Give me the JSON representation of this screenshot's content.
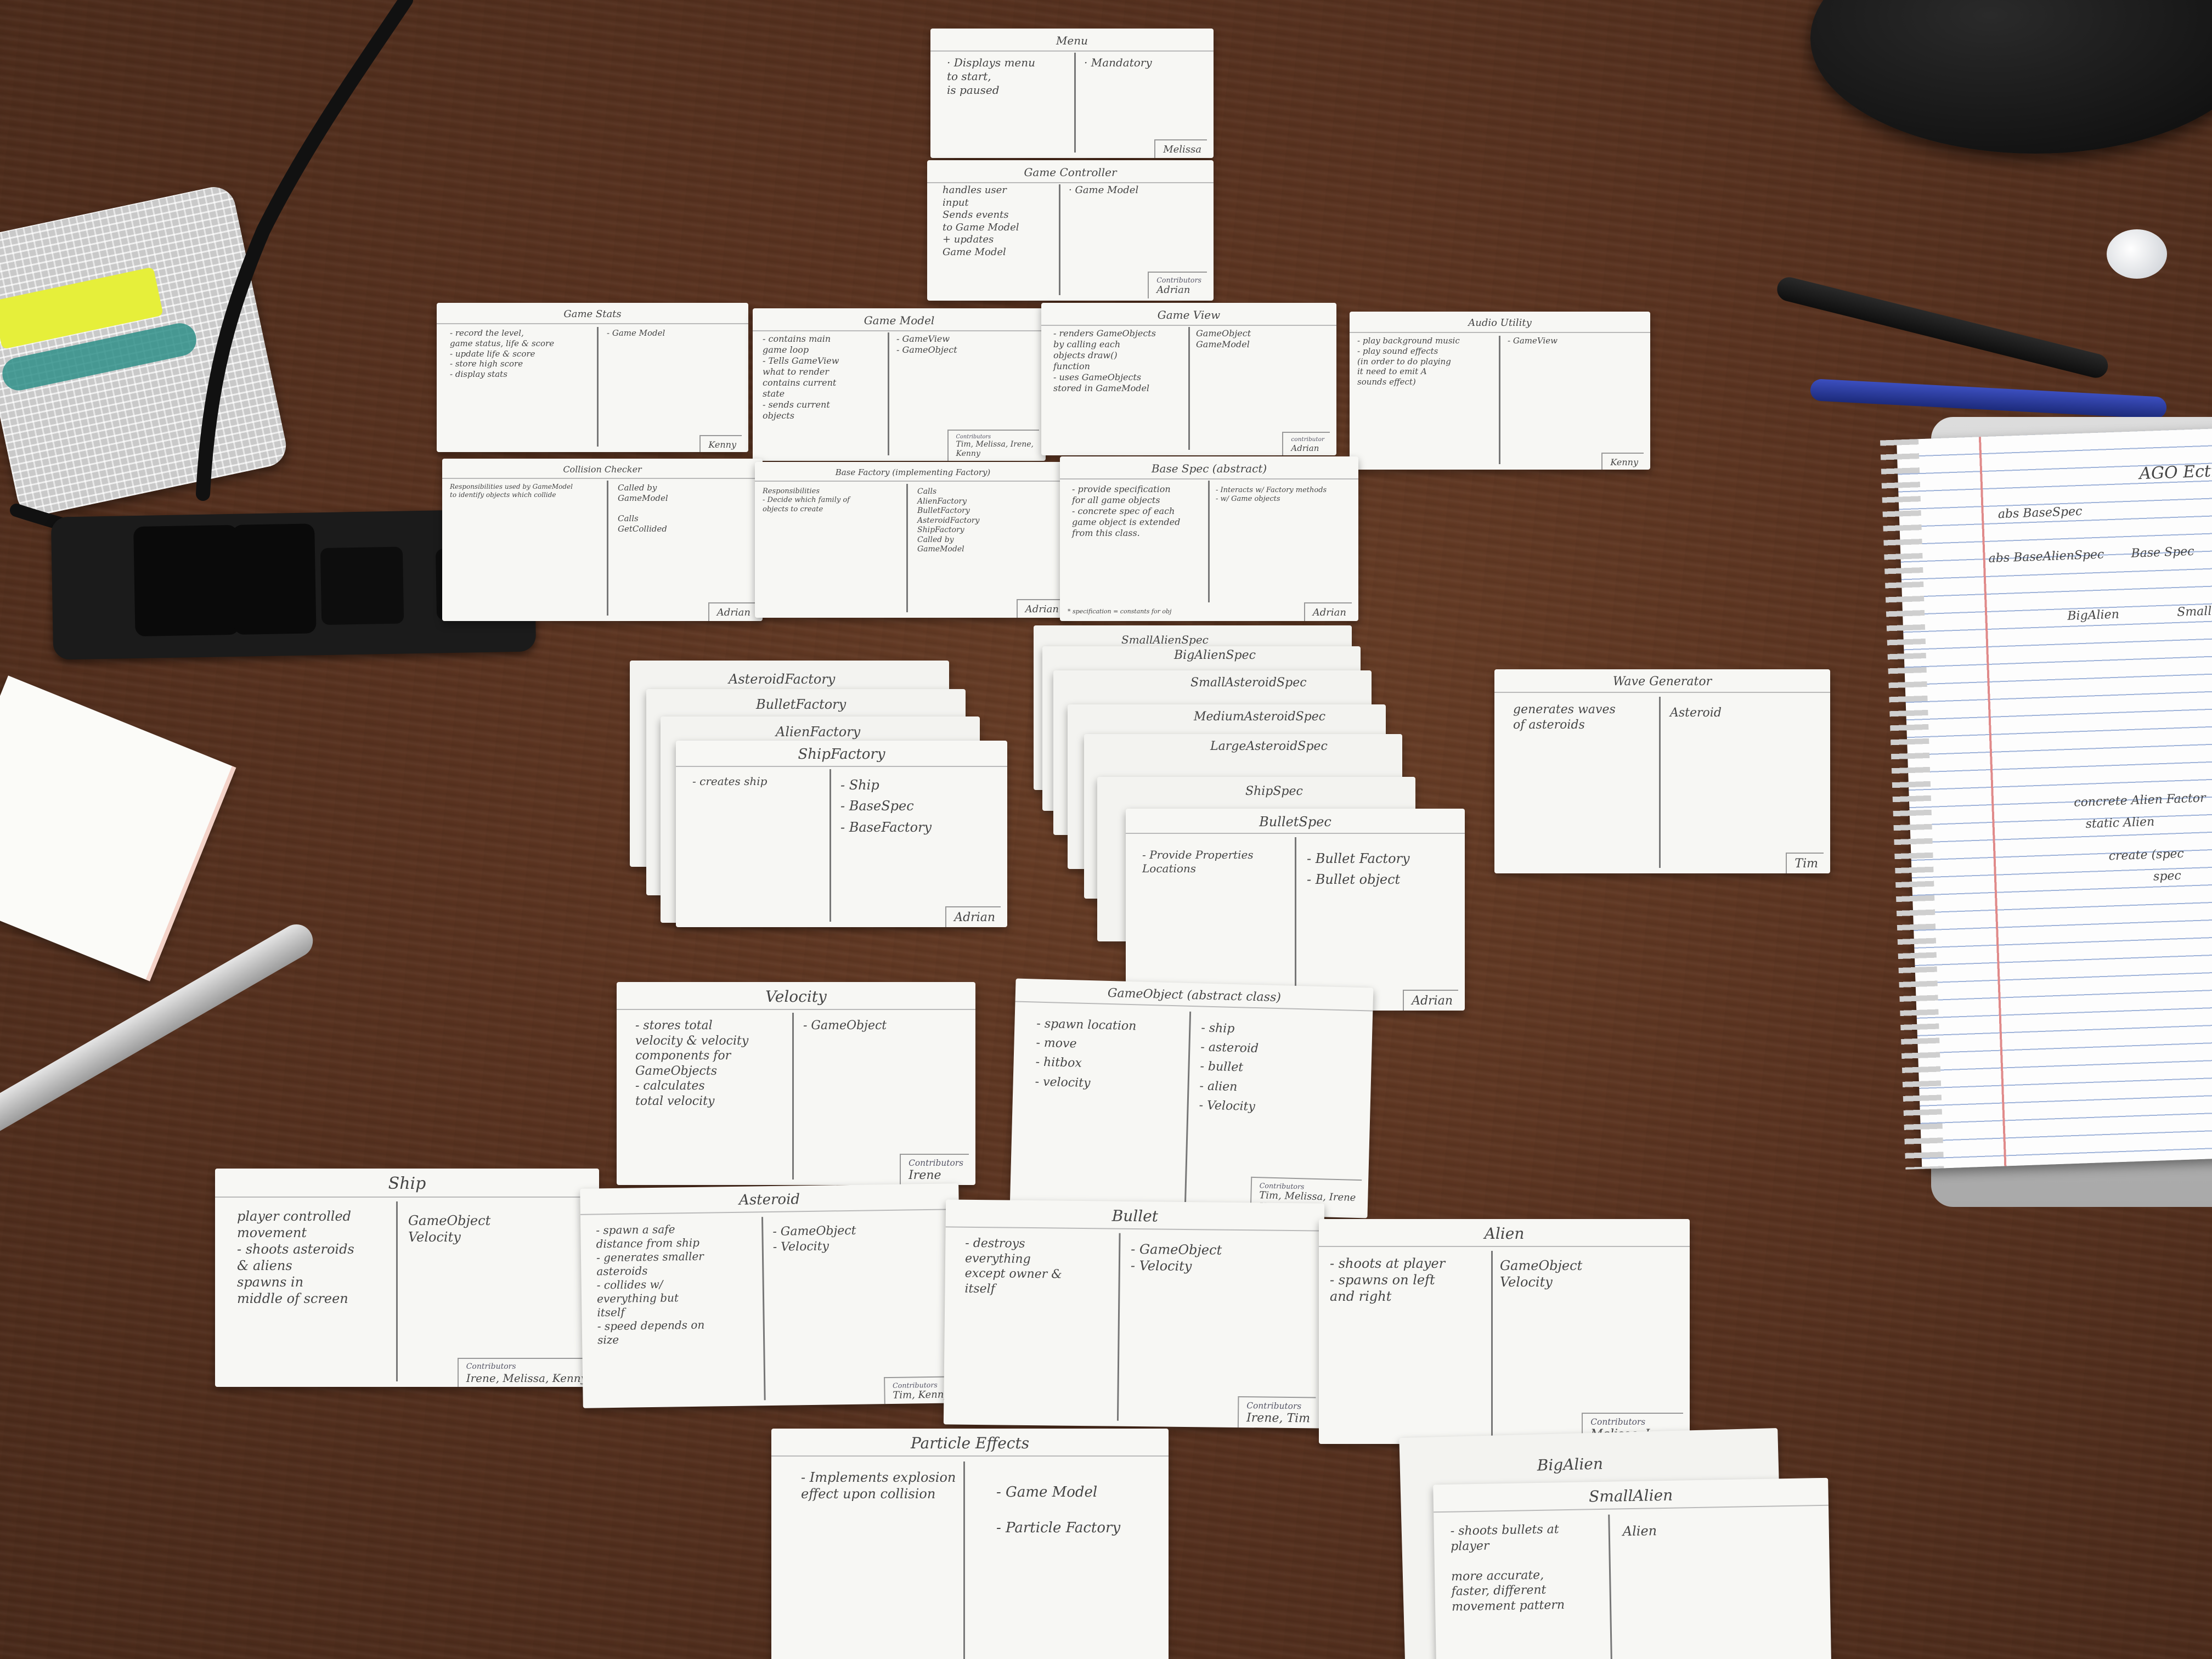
{
  "cards": {
    "menu": {
      "title": "Menu",
      "resp": "· Displays menu\n  to start,\n  is paused",
      "collab": "· Mandatory",
      "sign": "Melissa"
    },
    "game_controller": {
      "title": "Game Controller",
      "resp": "handles user\ninput\nSends events\nto Game Model\n+ updates\nGame Model",
      "collab": "· Game Model",
      "sign_label": "Contributors",
      "sign": "Adrian"
    },
    "game_stats": {
      "title": "Game Stats",
      "resp": "- record the level,\n  game status, life & score\n- update life & score\n- store high score\n- display stats",
      "collab": "- Game Model",
      "sign": "Kenny"
    },
    "game_model": {
      "title": "Game Model",
      "resp": "- contains main\n  game loop\n- Tells GameView\n  what to render\n  contains current\n  state\n- sends current\n  objects",
      "collab": "- GameView\n- GameObject",
      "sign_label": "Contributors",
      "sign": "Tim, Melissa, Irene,\nKenny"
    },
    "game_view": {
      "title": "Game View",
      "resp": "- renders GameObjects\n  by calling each\n  objects draw()\n  function\n- uses GameObjects\n  stored in GameModel",
      "collab": "GameObject\nGameModel",
      "sign_label": "contributor",
      "sign": "Adrian"
    },
    "audio_utility": {
      "title": "Audio Utility",
      "resp": "- play background music\n- play sound effects\n(in order to do playing\nit need to emit A\nsounds effect)",
      "collab": "- GameView",
      "sign": "Kenny"
    },
    "collision_checker": {
      "title": "Collision Checker",
      "resp": "Responsibilities used by GameModel\nto identify objects which collide",
      "collab": "Called by\nGameModel\n\nCalls\nGetCollided",
      "sign": "Adrian"
    },
    "base_factory": {
      "title": "Base Factory (implementing Factory)",
      "resp": "Responsibilities\n- Decide which family of\n  objects to create",
      "collab": "Calls\nAlienFactory\nBulletFactory\nAsteroidFactory\nShipFactory\nCalled by\nGameModel",
      "sign": "Adrian"
    },
    "base_spec": {
      "title": "Base Spec (abstract)",
      "resp": "- provide specification\n  for all game objects\n- concrete spec of each\n  game object is extended\n  from this class.",
      "collab": "- Interacts w/ Factory methods\n-            w/ Game objects",
      "note": "* specification = constants for obj",
      "sign": "Adrian"
    },
    "factory_stack": {
      "titles": [
        "AsteroidFactory",
        "BulletFactory",
        "AlienFactory"
      ],
      "front": {
        "title": "ShipFactory",
        "resp": "- creates ship",
        "collab": "- Ship\n- BaseSpec\n- BaseFactory",
        "sign": "Adrian"
      }
    },
    "spec_stack": {
      "titles": [
        "SmallAlienSpec",
        "BigAlienSpec",
        "SmallAsteroidSpec",
        "MediumAsteroidSpec",
        "LargeAsteroidSpec",
        "ShipSpec"
      ],
      "front": {
        "title": "BulletSpec",
        "resp": "- Provide Properties\n  Locations",
        "collab": "- Bullet Factory\n- Bullet object",
        "sign": "Adrian"
      }
    },
    "wave_generator": {
      "title": "Wave Generator",
      "resp": "generates waves\nof asteroids",
      "collab": "Asteroid",
      "sign": "Tim"
    },
    "velocity": {
      "title": "Velocity",
      "resp": "- stores total\n  velocity & velocity\n  components for\n  GameObjects\n- calculates\n  total velocity",
      "collab": "- GameObject",
      "sign_label": "Contributors",
      "sign": "Irene"
    },
    "game_object": {
      "title": "GameObject (abstract class)",
      "resp": "- spawn location\n- move\n- hitbox\n- velocity",
      "collab": "- ship\n- asteroid\n- bullet\n- alien\n- Velocity",
      "sign_label": "Contributors",
      "sign": "Tim, Melissa, Irene\nKenny"
    },
    "ship": {
      "title": "Ship",
      "resp": "player controlled\nmovement\n- shoots asteroids\n& aliens\nspawns in\nmiddle of screen",
      "collab": "GameObject\nVelocity",
      "sign_label": "Contributors",
      "sign": "Irene, Melissa, Kenny"
    },
    "asteroid": {
      "title": "Asteroid",
      "resp": "- spawn a safe\ndistance from ship\n- generates smaller\nasteroids\n- collides w/\neverything but\nitself\n- speed depends on\nsize",
      "collab": "- GameObject\n- Velocity",
      "sign_label": "Contributors",
      "sign": "Tim, Kenny"
    },
    "bullet": {
      "title": "Bullet",
      "resp": "- destroys\neverything\nexcept owner &\nitself",
      "collab": "- GameObject\n- Velocity",
      "sign_label": "Contributors",
      "sign": "Irene, Tim"
    },
    "alien": {
      "title": "Alien",
      "resp": "- shoots at player\n- spawns on left\nand right",
      "collab": "GameObject\nVelocity",
      "sign_label": "Contributors",
      "sign": "Melissa, Irene"
    },
    "particle_effects": {
      "title": "Particle Effects",
      "resp": "- Implements explosion\neffect upon collision",
      "collab": "- Game Model\n\n- Particle Factory"
    },
    "big_alien": {
      "title": "BigAlien"
    },
    "small_alien": {
      "title": "SmallAlien",
      "resp": "- shoots bullets at\n  player\n\n  more accurate,\n  faster, different\n  movement pattern",
      "collab": "Alien"
    }
  },
  "notebook": {
    "title": "AGO Ecti",
    "lines": [
      "abs BaseSpec",
      "abs BaseAlienSpec",
      "Base Spec",
      "BigAlien",
      "Small",
      "concrete Alien Factor",
      "static Alien",
      "create (spec",
      "spec"
    ]
  },
  "colors": {
    "table": "#5a3320",
    "card": "#f7f7f4",
    "ink": "#454545",
    "notebook_margin": "#e08a8a",
    "notebook_rule": "#9fb3d9"
  }
}
